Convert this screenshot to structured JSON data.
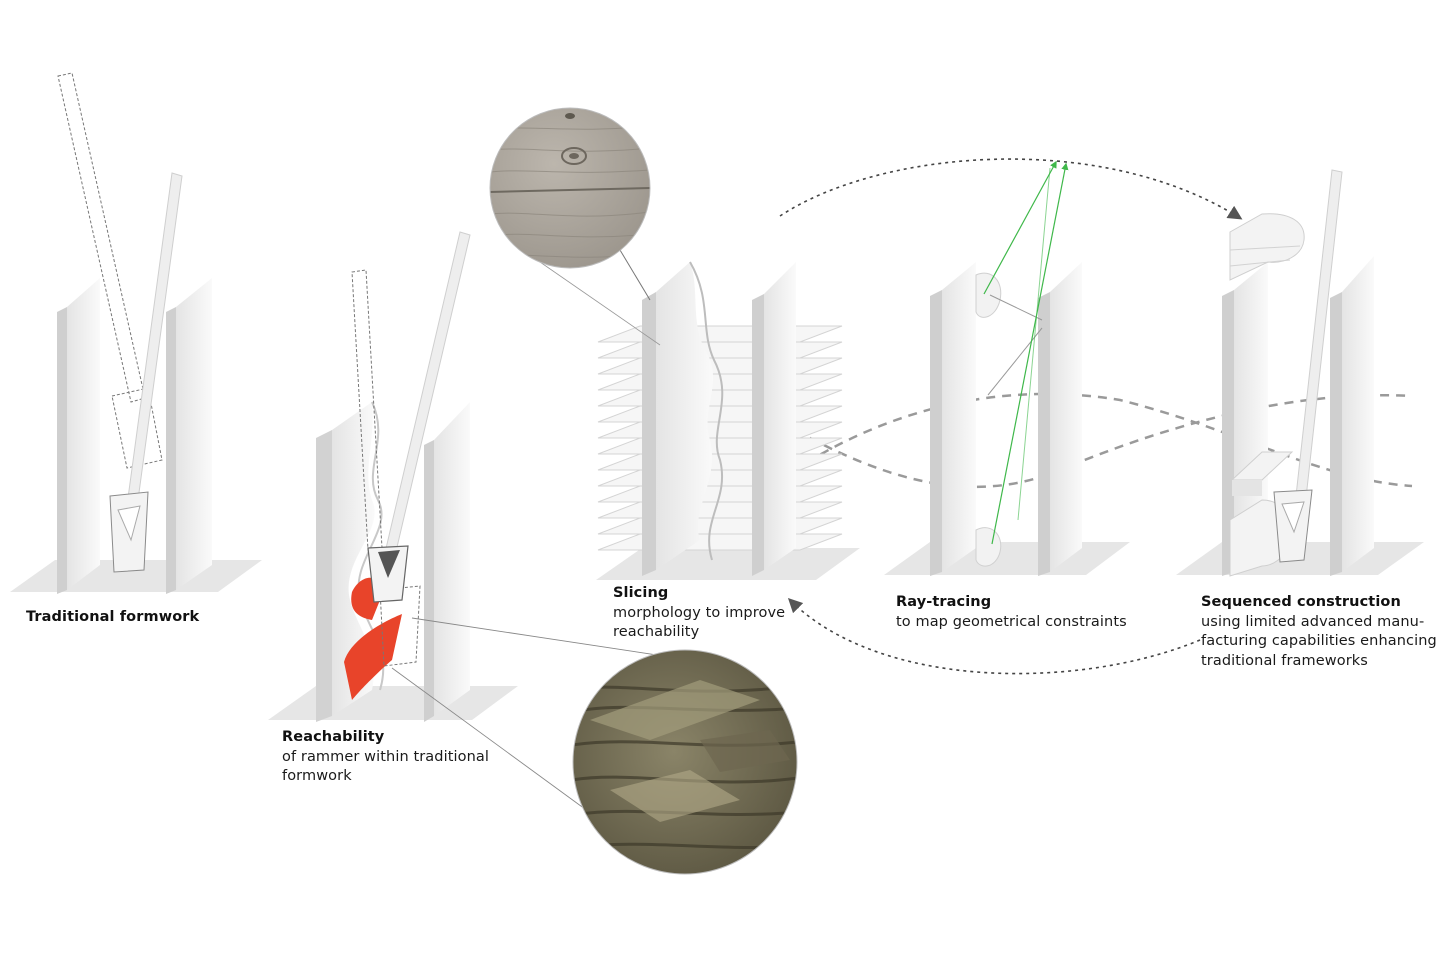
{
  "captions": {
    "traditional": {
      "title": "Traditional formwork",
      "desc": ""
    },
    "reachability": {
      "title": "Reachability",
      "desc": "of rammer within traditional\nformwork"
    },
    "slicing": {
      "title": "Slicing",
      "desc": "morphology to improve\nreachability"
    },
    "raytracing": {
      "title": "Ray-tracing",
      "desc": "to map geometrical constraints"
    },
    "sequenced": {
      "title": "Sequenced construction",
      "desc": "using limited advanced manu-\nfacturing capabilities enhancing\ntraditional frameworks"
    }
  },
  "colors": {
    "background": "#ffffff",
    "panel": "#f1f1f1",
    "panel_shade": "#d9d9d9",
    "ground": "#e6e6e6",
    "highlight_red": "#e8442a",
    "ray_green": "#3fb84a",
    "dashed_line": "#8c8c8c",
    "arrow": "#555555"
  },
  "photos": {
    "wood": "wood-texture-photo",
    "rammed_earth": "rammed-earth-photo"
  }
}
